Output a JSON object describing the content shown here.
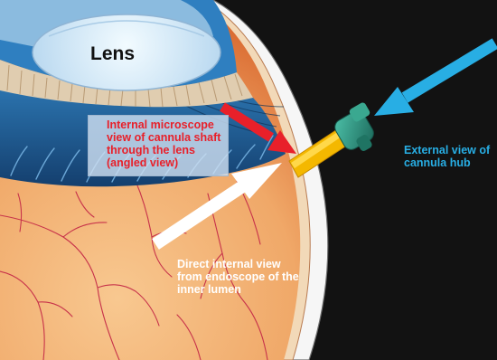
{
  "labels": {
    "lens": "Lens",
    "microscope": "Internal microscope\nview of cannula shaft\nthrough the lens\n(angled view)",
    "hub": "External view of\ncannula hub",
    "endoscope": "Direct internal view\nfrom endoscope of the\ninner lumen"
  },
  "colors": {
    "background_dark": "#121212",
    "retina": "#f0a868",
    "ciliary_body": "#1e5e96",
    "lens": "#cfe6f5",
    "vessels": "#c7324a",
    "cannula_shaft": "#f4b800",
    "cannula_hub": "#2a8a7a",
    "arrow_microscope": "#e8202a",
    "arrow_endoscope": "#ffffff",
    "arrow_hub": "#28aee4"
  },
  "icons": [
    "lens-icon",
    "cannula-shaft-icon",
    "cannula-hub-icon",
    "arrow-icon"
  ]
}
